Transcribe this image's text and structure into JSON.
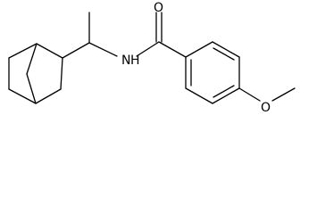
{
  "molecule": {
    "atoms": {
      "oxygen_carbonyl": "O",
      "nitrogen_amide": "N",
      "hydrogen_amide": "H",
      "oxygen_methoxy": "O"
    }
  }
}
